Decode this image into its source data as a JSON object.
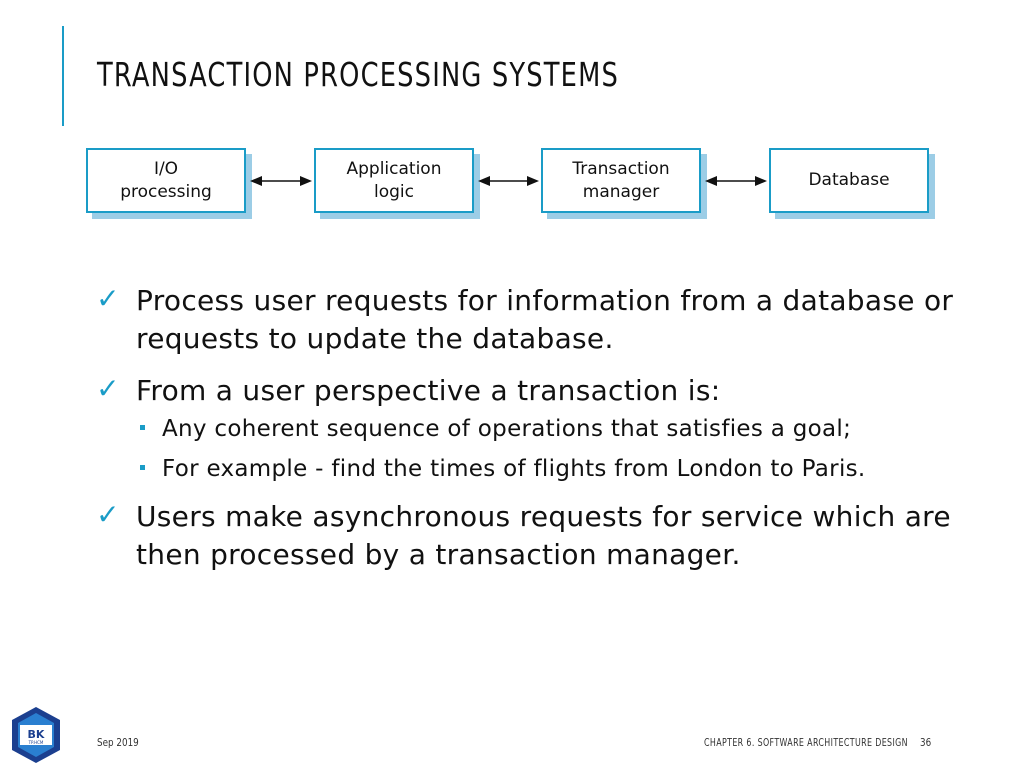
{
  "slide": {
    "title": "TRANSACTION PROCESSING SYSTEMS",
    "colors": {
      "accent": "#1a9cc7",
      "box_shadow": "#9ccde6",
      "logo_dark": "#1b3f8f",
      "logo_light": "#2a7fd0"
    }
  },
  "diagram": {
    "boxes": [
      {
        "label": "I/O\nprocessing"
      },
      {
        "label": "Application\nlogic"
      },
      {
        "label": "Transaction\nmanager"
      },
      {
        "label": "Database"
      }
    ],
    "arrows": "bidirectional"
  },
  "bullets": [
    {
      "text": "Process user requests for information from a database or requests to update the database.",
      "icon": "check-icon"
    },
    {
      "text": "From a user perspective a transaction is:",
      "icon": "check-icon",
      "sub": [
        {
          "text": "Any coherent sequence of operations that satisfies a goal;"
        },
        {
          "text": "For example - find the times of flights from London to Paris."
        }
      ]
    },
    {
      "text": "Users make asynchronous requests for service which are then processed by a transaction manager.",
      "icon": "check-icon"
    }
  ],
  "footer": {
    "date": "Sep 2019",
    "chapter": "CHAPTER 6. SOFTWARE ARCHITECTURE DESIGN",
    "page": "36",
    "logo_text_main": "BK",
    "logo_text_sub": "TP.HCM"
  }
}
